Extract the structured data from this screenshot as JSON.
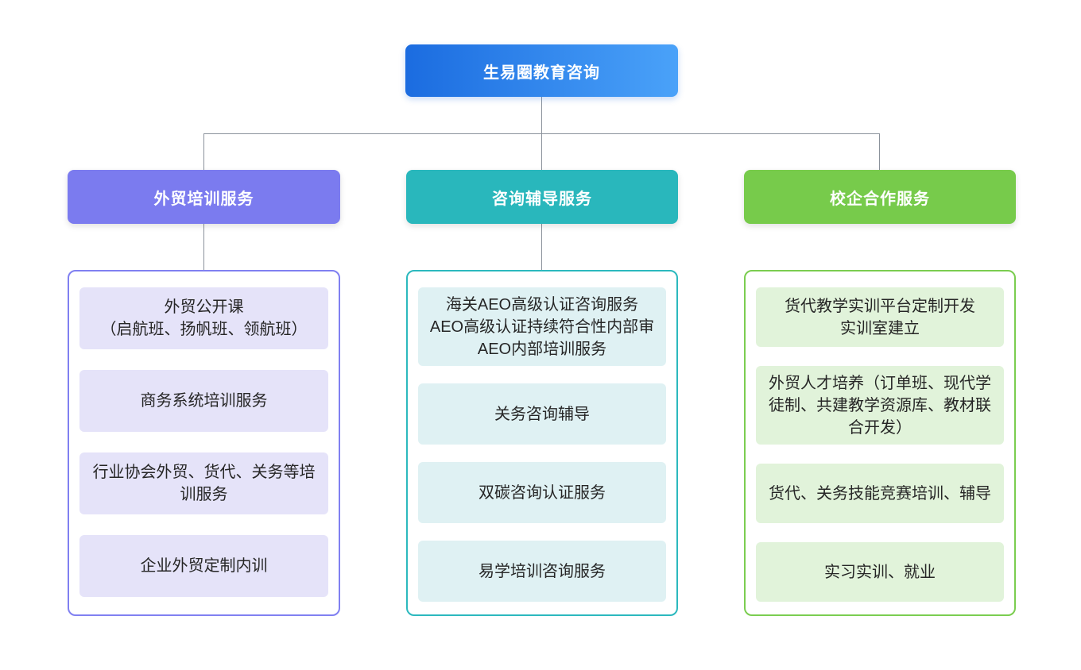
{
  "page": {
    "background_color": "#ffffff",
    "connector_color": "#8b929b"
  },
  "root": {
    "label": "生易圈教育咨询",
    "gradient_start": "#1b6ce0",
    "gradient_end": "#4aa2f9",
    "text_color": "#ffffff"
  },
  "branches": [
    {
      "id": "foreign-trade-training",
      "label": "外贸培训服务",
      "header_color": "#7b7bef",
      "border_color": "#8080f1",
      "item_bg_color": "#e5e3f9",
      "items": [
        "外贸公开课\n（启航班、扬帆班、领航班）",
        "商务系统培训服务",
        "行业协会外贸、货代、关务等培训服务",
        "企业外贸定制内训"
      ]
    },
    {
      "id": "consulting-coaching",
      "label": "咨询辅导服务",
      "header_color": "#29b7bc",
      "border_color": "#2cb9be",
      "item_bg_color": "#dff1f3",
      "items": [
        "海关AEO高级认证咨询服务\nAEO高级认证持续符合性内部审\nAEO内部培训服务",
        "关务咨询辅导",
        "双碳咨询认证服务",
        "易学培训咨询服务"
      ]
    },
    {
      "id": "school-enterprise-cooperation",
      "label": "校企合作服务",
      "header_color": "#77cb4b",
      "border_color": "#7bcd50",
      "item_bg_color": "#e1f3da",
      "items": [
        "货代教学实训平台定制开发\n实训室建立",
        "外贸人才培养（订单班、现代学徒制、共建教学资源库、教材联合开发）",
        "货代、关务技能竞赛培训、辅导",
        "实习实训、就业"
      ]
    }
  ]
}
